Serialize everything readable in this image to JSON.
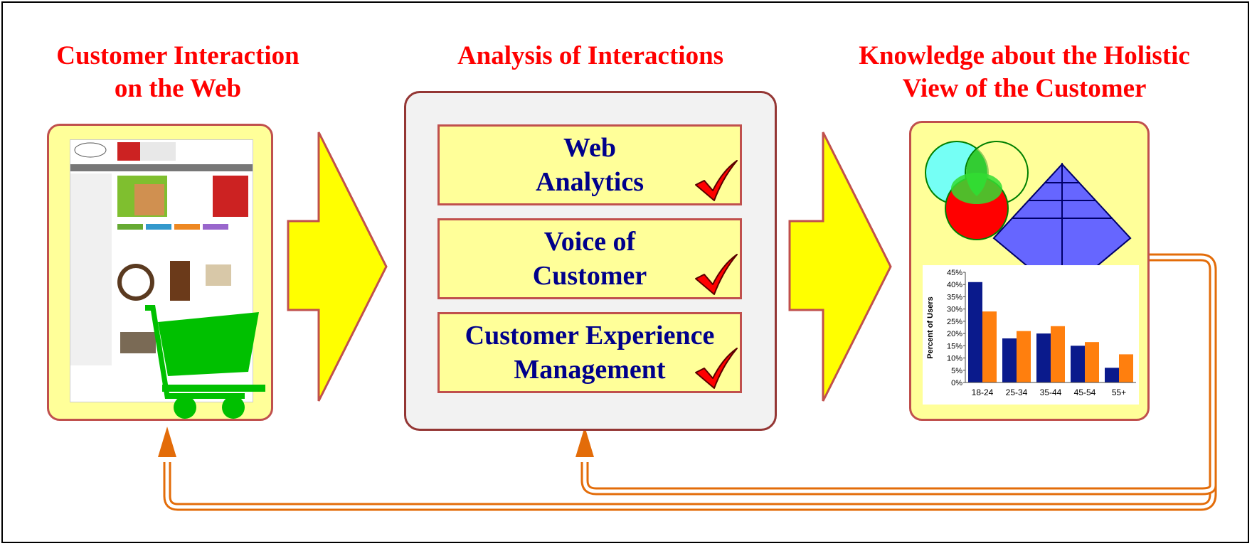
{
  "titles": {
    "left_line1": "Customer Interaction",
    "left_line2": "on the Web",
    "center": "Analysis of Interactions",
    "right_line1": "Knowledge about the Holistic",
    "right_line2": "View of the Customer"
  },
  "analysis_items": [
    {
      "line1": "Web",
      "line2": "Analytics"
    },
    {
      "line1": "Voice of",
      "line2": "Customer"
    },
    {
      "line1": "Customer Experience",
      "line2": "Management"
    }
  ],
  "colors": {
    "title_red": "#ff0000",
    "box_fill": "#ffff99",
    "box_border": "#c0504d",
    "item_text": "#00008b",
    "arrow_fill": "#ffff00",
    "feedback_arrow": "#e36c09",
    "check_red": "#ff0000",
    "series1": "#0a1a8c",
    "series2": "#ff7f0e"
  },
  "icons": [
    "website-screenshot",
    "shopping-cart-icon",
    "checkmark-icon",
    "venn-diagram-icon",
    "pyramid-icon"
  ],
  "chart_data": {
    "type": "bar",
    "categories": [
      "18-24",
      "25-34",
      "35-44",
      "45-54",
      "55+"
    ],
    "series": [
      {
        "values": [
          41,
          18,
          20,
          15,
          6
        ]
      },
      {
        "values": [
          29,
          21,
          23,
          16.5,
          11.5
        ]
      }
    ],
    "ylabel": "Percent of Users",
    "ylim": [
      0,
      45
    ],
    "yticks": [
      "0%",
      "5%",
      "10%",
      "15%",
      "20%",
      "25%",
      "30%",
      "35%",
      "40%",
      "45%"
    ],
    "grid": false
  }
}
